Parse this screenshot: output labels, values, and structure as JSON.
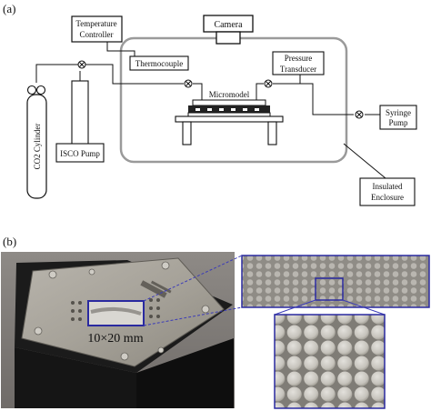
{
  "panel_a": {
    "label": "(a)",
    "camera": "Camera",
    "temperature_controller": [
      "Temperature",
      "Controller"
    ],
    "thermocouple": "Thermocouple",
    "pressure_transducer": [
      "Pressure",
      "Transducer"
    ],
    "micromodel": "Micromodel",
    "syringe_pump": [
      "Syringe",
      "Pump"
    ],
    "insulated_enclosure": [
      "Insulated",
      "Enclosure"
    ],
    "isco_pump": "ISCO Pump",
    "co2_cylinder": "CO2 Cylinder"
  },
  "panel_b": {
    "label": "(b)",
    "size_label": "10×20 mm"
  },
  "colors": {
    "line": "#111111",
    "enclosure": "#9a9a9a",
    "zoom_line": "#3b3bb8",
    "micromodel_dark": "#222222",
    "plate": "#9c9890",
    "base": "#151515"
  }
}
